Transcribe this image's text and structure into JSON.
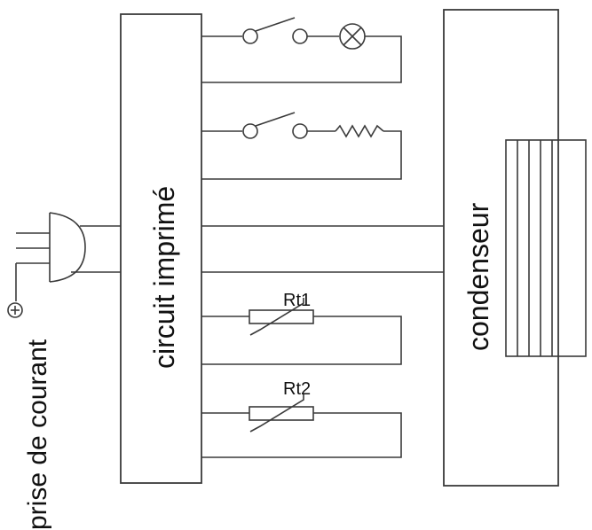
{
  "diagram": {
    "labels": {
      "power_plug": "prise de courant",
      "circuit_board": "circuit imprimé",
      "condenser": "condenseur",
      "thermistor_1": "Rt1",
      "thermistor_2": "Rt2"
    },
    "components": {
      "lamp": "lamp-icon",
      "switches": "switch-icon",
      "heater": "resistor-icon",
      "ground": "ground-icon",
      "plug": "plug-icon"
    },
    "colors": {
      "line": "#3a3a3a",
      "text": "#111111",
      "background": "#ffffff"
    }
  }
}
